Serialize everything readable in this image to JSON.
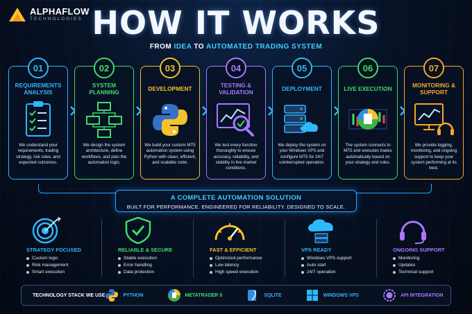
{
  "brand": {
    "name": "ALPHAFLOW",
    "sub": "TECHNOLOGIES"
  },
  "header": {
    "title": "HOW IT WORKS",
    "sub_from": "FROM ",
    "sub_idea": "IDEA",
    "sub_to": " TO ",
    "sub_system": "AUTOMATED TRADING SYSTEM"
  },
  "colors": {
    "s1": "#2fb8ff",
    "s2": "#3fdc6a",
    "s3": "#f7c12b",
    "s4": "#a978ff",
    "s5": "#2fb8ff",
    "s6": "#3fdc6a",
    "s7": "#f7a52b"
  },
  "steps": [
    {
      "num": "01",
      "title": "REQUIREMENTS ANALYSIS",
      "icon": "clipboard-checklist-icon",
      "desc": "We understand your requirements, trading strategy, risk rules, and expected outcomes."
    },
    {
      "num": "02",
      "title": "SYSTEM PLANNING",
      "icon": "flowchart-icon",
      "desc": "We design the system architecture, define workflows, and plan the automation logic."
    },
    {
      "num": "03",
      "title": "DEVELOPMENT",
      "icon": "python-logo-icon",
      "desc": "We build your custom MT5 automation system using Python with clean, efficient, and scalable code."
    },
    {
      "num": "04",
      "title": "TESTING & VALIDATION",
      "icon": "chart-magnifier-icon",
      "desc": "We test every function thoroughly to ensure accuracy, reliability, and stability in live market conditions."
    },
    {
      "num": "05",
      "title": "DEPLOYMENT",
      "icon": "server-cloud-icon",
      "desc": "We deploy the system on your Windows VPS and configure MT5 for 24/7 uninterrupted operation."
    },
    {
      "num": "06",
      "title": "LIVE EXECUTION",
      "icon": "metatrader-icon",
      "desc": "The system connects to MT5 and executes trades automatically based on your strategy and rules."
    },
    {
      "num": "07",
      "title": "MONITORING & SUPPORT",
      "icon": "monitor-headset-icon",
      "desc": "We provide logging, monitoring, and ongoing support to keep your system performing at its best."
    }
  ],
  "banner": {
    "title": "A COMPLETE AUTOMATION SOLUTION",
    "sub": "BUILT FOR PERFORMANCE. ENGINEERED FOR RELIABILITY. DESIGNED TO SCALE."
  },
  "features": [
    {
      "title": "STRATEGY FOCUSED",
      "color": "#2fb8ff",
      "icon": "target-icon",
      "items": [
        "Custom logic",
        "Risk management",
        "Smart execution"
      ]
    },
    {
      "title": "RELIABLE & SECURE",
      "color": "#3fdc6a",
      "icon": "shield-check-icon",
      "items": [
        "Stable execution",
        "Error handling",
        "Data protection"
      ]
    },
    {
      "title": "FAST & EFFICIENT",
      "color": "#f7c12b",
      "icon": "speedometer-icon",
      "items": [
        "Optimized performance",
        "Low latency",
        "High speed execution"
      ]
    },
    {
      "title": "VPS READY",
      "color": "#2fb8ff",
      "icon": "cloud-server-icon",
      "items": [
        "Windows VPS support",
        "Auto start",
        "24/7 operation"
      ]
    },
    {
      "title": "ONGOING SUPPORT",
      "color": "#a978ff",
      "icon": "headset-icon",
      "items": [
        "Monitoring",
        "Updates",
        "Technical support"
      ]
    }
  ],
  "stack": {
    "label": "TECHNOLOGY STACK WE USE",
    "items": [
      {
        "name": "PYTHON",
        "color": "#2fb8ff",
        "icon": "python-icon"
      },
      {
        "name": "METATRADER 5",
        "color": "#3fdc6a",
        "icon": "metatrader-icon"
      },
      {
        "name": "SQLITE",
        "color": "#2fb8ff",
        "icon": "sqlite-icon"
      },
      {
        "name": "WINDOWS VPS",
        "color": "#2fb8ff",
        "icon": "windows-icon"
      },
      {
        "name": "API INTEGRATION",
        "color": "#a978ff",
        "icon": "api-icon"
      }
    ]
  }
}
